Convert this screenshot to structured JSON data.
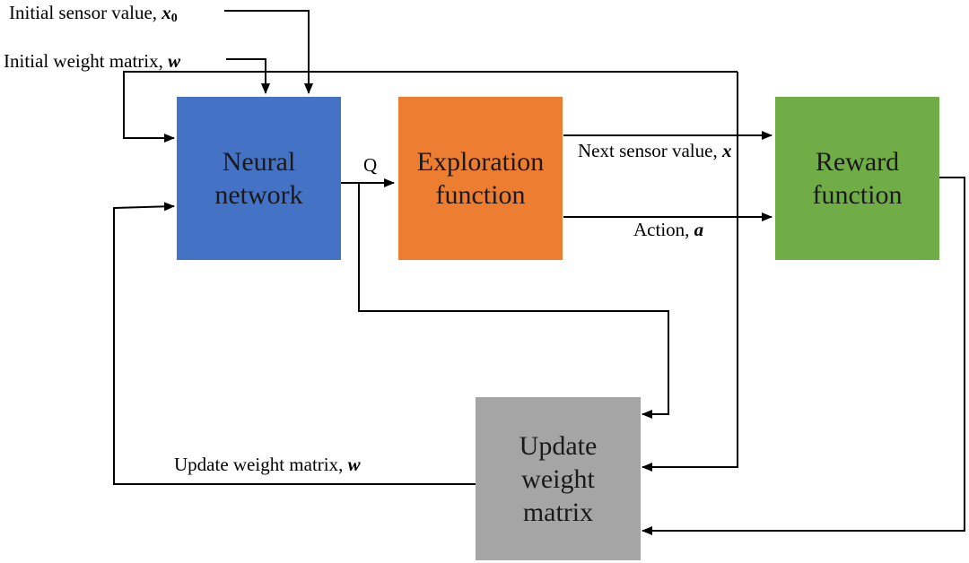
{
  "boxes": {
    "neural_network": {
      "line1": "Neural",
      "line2": "network",
      "color": "#4472C4"
    },
    "exploration": {
      "line1": "Exploration",
      "line2": "function",
      "color": "#ED7D31"
    },
    "reward": {
      "line1": "Reward",
      "line2": "function",
      "color": "#70AD47"
    },
    "update": {
      "line1": "Update",
      "line2": "weight",
      "line3": "matrix",
      "color": "#A5A5A5"
    }
  },
  "labels": {
    "initial_sensor": {
      "text": "Initial sensor value, ",
      "var": "x",
      "sub": "0"
    },
    "initial_weight": {
      "text": "Initial weight matrix, ",
      "var": "w"
    },
    "q": {
      "text": "Q"
    },
    "next_sensor": {
      "text": "Next sensor value, ",
      "var": "x"
    },
    "action": {
      "text": "Action, ",
      "var": "a"
    },
    "update_weight": {
      "text": "Update weight matrix, ",
      "var": "w"
    }
  }
}
